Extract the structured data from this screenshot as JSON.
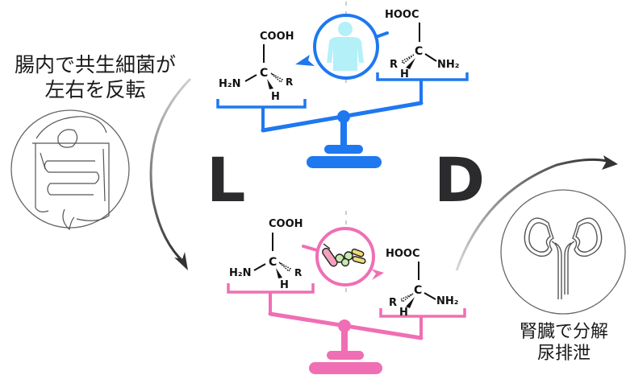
{
  "title": "D-amino acid chirality conversion and excretion",
  "left_label": {
    "line1": "腸内で共生細菌が",
    "line2": "左右を反転"
  },
  "right_label": {
    "line1": "腎臓で分解",
    "line2": "尿排泄"
  },
  "chirality_labels": {
    "L": "L",
    "D": "D"
  },
  "colors": {
    "human_scale": "#1e78f0",
    "human_icon": "#b4f0f8",
    "bacteria_scale": "#f06eb4",
    "text": "#1a1a1a",
    "letters": "#2b2b2e",
    "arrow": "#444444"
  },
  "top_scale": {
    "description": "human body – scale tilts toward L",
    "center_icon": "human-body",
    "left_molecule": {
      "top": "COOH",
      "center": "C",
      "left": "H₂N",
      "right": "R",
      "bottom": "H"
    },
    "right_molecule": {
      "top": "HOOC",
      "center": "C",
      "left": "R",
      "right": "NH₂",
      "bottom": "H"
    }
  },
  "bottom_scale": {
    "description": "gut bacteria – scale tilts toward D",
    "center_icon": "bacteria",
    "left_molecule": {
      "top": "COOH",
      "center": "C",
      "left": "H₂N",
      "right": "R",
      "bottom": "H"
    },
    "right_molecule": {
      "top": "HOOC",
      "center": "C",
      "left": "R",
      "right": "NH₂",
      "bottom": "H"
    }
  },
  "icons": {
    "intestine": "intestine-icon",
    "kidney": "kidney-icon"
  }
}
